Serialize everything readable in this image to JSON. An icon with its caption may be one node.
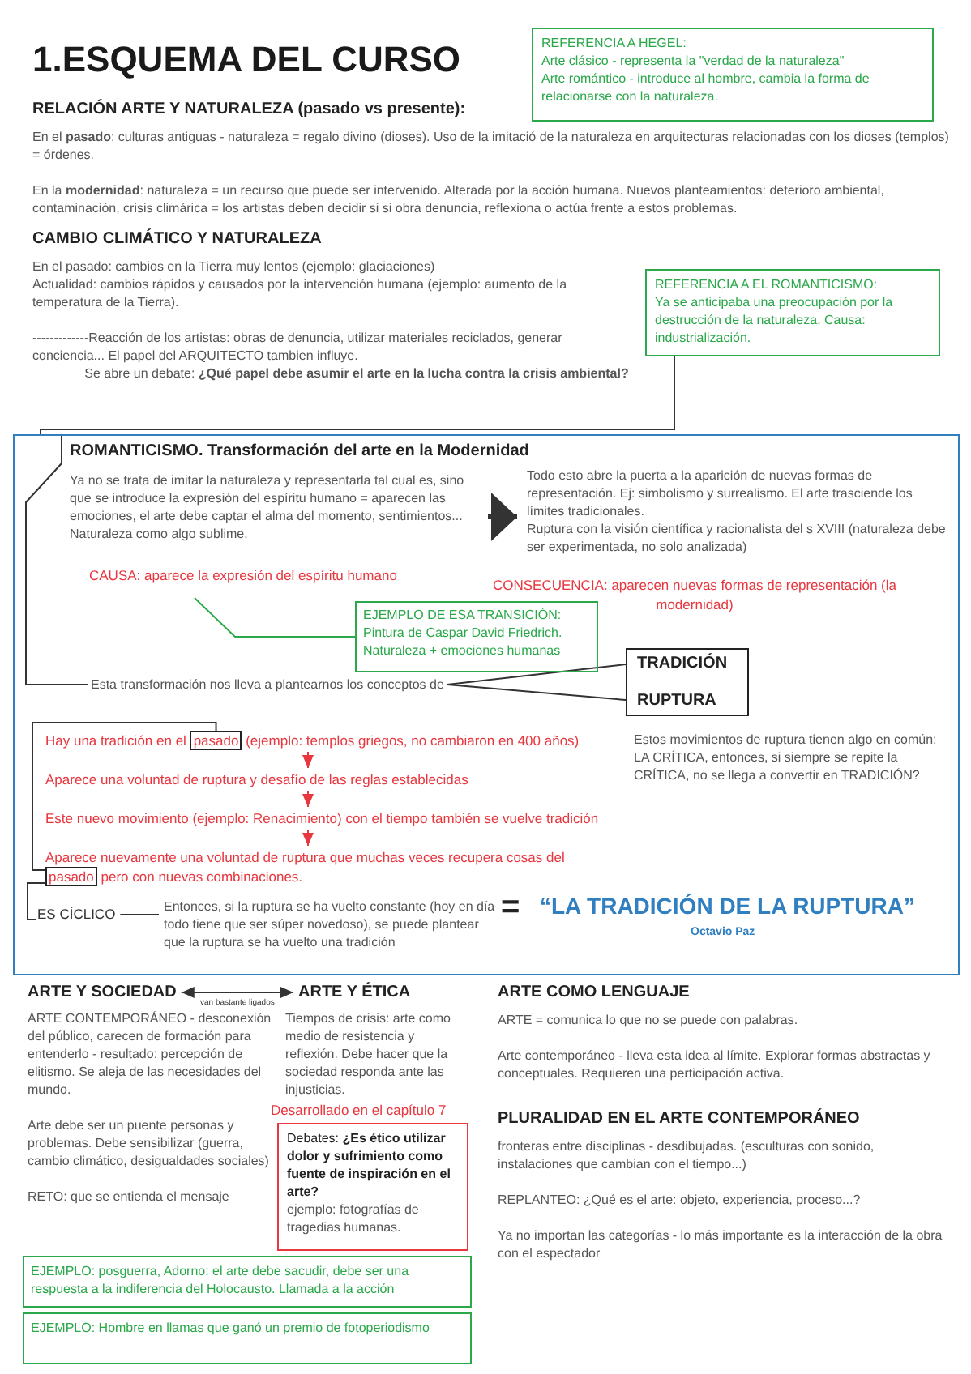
{
  "diagram": {
    "title": "1.ESQUEMA DEL CURSO",
    "nodes": [
      {
        "text": [
          "REFERENCIA A HEGEL:",
          "Arte clásico - representa la \"verdad de la naturaleza\"",
          "Arte romántico - introduce al hombre, cambia la forma de relacionarse con la naturaleza."
        ]
      },
      {
        "text": [
          "REFERENCIA A EL ROMANTICISMO:",
          "Ya se anticipaba una preocupación por la destrucción de la naturaleza. Causa: industrialización."
        ]
      },
      {
        "text": [
          "ROMANTICISMO. Transformación del arte en la Modernidad"
        ]
      },
      {
        "text": [
          "Ya no se trata de imitar la naturaleza y representarla tal cual es, sino que se introduce la expresión del espíritu humano = aparecen las emociones, el arte debe captar el alma del momento, sentimientos... Naturaleza como algo sublime."
        ],
        "in": 2
      },
      {
        "text": [
          "Todo esto abre la puerta a la aparición de nuevas formas de representación. Ej: simbolismo y surrealismo. El arte trasciende los límites tradicionales.",
          "Ruptura con la visión científica y racionalista del s XVIII (naturaleza debe ser experimentada, no solo analizada)"
        ],
        "in": 2
      },
      {
        "text": [
          "CAUSA: aparece la expresión del espíritu humano"
        ],
        "in": 2
      },
      {
        "text": [
          "EJEMPLO DE ESA TRANSICIÓN:",
          "Pintura de Caspar David Friedrich. Naturaleza + emociones humanas"
        ],
        "in": 2
      },
      {
        "text": [
          "Esta transformación nos lleva a plantearnos los conceptos de"
        ],
        "in": 2
      },
      {
        "text": [
          "TRADICIÓN",
          "RUPTURA"
        ],
        "in": 2
      },
      {
        "text": [
          "Hay una tradición en el",
          "(ejemplo: templos griegos, no cambiaron en 400 años)"
        ],
        "in": 2
      },
      {
        "text": [
          "pasado"
        ],
        "in": 9
      },
      {
        "text": [
          "Aparece una voluntad de ruptura y desafío de las reglas establecidas"
        ],
        "in": 2
      },
      {
        "text": [
          "Este nuevo movimiento (ejemplo: Renacimiento) con el tiempo también se vuelve tradición"
        ],
        "in": 2
      },
      {
        "text": [
          "Aparece nuevamente una voluntad de ruptura que muchas veces recupera cosas del",
          "pero con nuevas combinaciones."
        ],
        "in": 2
      },
      {
        "text": [
          "pasado"
        ],
        "in": 13
      },
      {
        "text": [
          "ES CÍCLICO"
        ],
        "in": 2
      },
      {
        "text": [
          "Entonces, si la ruptura se ha vuelto constante (hoy en día todo tiene que ser súper novedoso), se puede plantear que la ruptura se ha vuelto una tradición"
        ],
        "in": 2
      },
      {
        "text": [
          "ARTE Y SOCIEDAD"
        ]
      },
      {
        "text": [
          "ARTE Y ÉTICA"
        ]
      },
      {
        "text": [
          "Debates: **¿Es ético utilizar dolor y sufrimiento como fuente de inspiración en el arte?**",
          "ejemplo: fotografías de tragedias humanas."
        ],
        "beside": [
          "Desarrollado en el capítulo 7"
        ]
      },
      {
        "text": [
          "EJEMPLO: posguerra, Adorno: el arte debe sacudir, debe ser una respuesta a la indiferencia del Holocausto. Llamada a la acción"
        ]
      },
      {
        "text": [
          "EJEMPLO: Hombre en llamas que ganó un premio de fotoperiodismo"
        ]
      }
    ],
    "edges": [
      {
        "from": 1,
        "to": 2,
        "arrow": "none"
      },
      {
        "from": 2,
        "to": 7,
        "arrow": "none"
      },
      {
        "from": 3,
        "to": 4,
        "arrow": "to",
        "style": "thick"
      },
      {
        "from": 5,
        "to": 6,
        "arrow": "none",
        "color": "#2aa84a"
      },
      {
        "from": 7,
        "to": 8,
        "arrow": "none"
      },
      {
        "from": 7,
        "to": 8,
        "arrow": "none"
      },
      {
        "from": 9,
        "to": 11,
        "arrow": "to",
        "color": "#e8373f"
      },
      {
        "from": 11,
        "to": 12,
        "arrow": "to",
        "color": "#e8373f"
      },
      {
        "from": 12,
        "to": 13,
        "arrow": "to",
        "color": "#e8373f"
      },
      {
        "from": 10,
        "to": 14,
        "arrow": "none"
      },
      {
        "from": 14,
        "to": 15,
        "arrow": "none"
      },
      {
        "from": 15,
        "to": 16,
        "arrow": "none"
      },
      {
        "from": 17,
        "to": 18,
        "arrow": "both",
        "label": "van bastante ligados"
      }
    ],
    "labels": [
      "**RELACIÓN ARTE Y NATURALEZA (pasado vs presente)**:",
      "En el **pasado**: culturas antiguas - naturaleza = regalo divino (dioses). Uso de la imitació de la naturaleza en arquitecturas relacionadas con los dioses (templos) = órdenes.",
      "En la **modernidad**: naturaleza = un recurso que puede ser intervenido. Alterada por la acción humana. Nuevos planteamientos: deterioro ambiental, contaminación, crisis climárica = los artistas deben decidir si si obra denuncia, reflexiona o actúa frente a estos problemas.",
      "CAMBIO CLIMÁTICO Y NATURALEZA",
      "En el pasado: cambios en la Tierra muy lentos (ejemplo: glaciaciones)",
      "Actualidad: cambios rápidos y causados por la intervención humana (ejemplo: aumento de la temperatura de la Tierra).",
      "-------------Reacción de los artistas: obras de denuncia, utilizar materiales reciclados, generar conciencia... El papel del ARQUITECTO tambien influye.",
      "Se abre un debate: **¿Qué papel debe asumir el arte en la lucha contra la crisis ambiental?**",
      "CONSECUENCIA: aparecen nuevas formas de representación (la modernidad)",
      "Estos movimientos de ruptura tienen algo en común: LA CRÍTICA, entonces, si siempre se repite la CRÍTICA, no se llega a convertir en TRADICIÓN?",
      "=",
      "“LA TRADICIÓN DE LA RUPTURA”",
      "Octavio Paz",
      "ARTE CONTEMPORÁNEO - desconexión del público, carecen de formación para entenderlo - resultado: percepción de elitismo. Se aleja de las necesidades del mundo.",
      "Arte debe ser un puente personas y problemas. Debe sensibilizar (guerra, cambio climático, desigualdades sociales)",
      "RETO: que se entienda el mensaje",
      "Tiempos de crisis: arte como medio de resistencia y reflexión. Debe hacer que la sociedad responda ante las injusticias.",
      "ARTE COMO LENGUAJE",
      "ARTE = comunica lo que no se puede con palabras.",
      "Arte contemporáneo - lleva esta idea al límite. Explorar formas abstractas y conceptuales. Requieren una perticipación activa.",
      "PLURALIDAD EN EL ARTE CONTEMPORÁNEO",
      "fronteras entre disciplinas - desdibujadas. (esculturas con sonido, instalaciones que cambian con el tiempo...)",
      "REPLANTEO: ¿Qué es el arte: objeto, experiencia, proceso...?",
      "Ya no importan las categorías - lo más importante es la interacción de la obra con el espectador"
    ]
  }
}
